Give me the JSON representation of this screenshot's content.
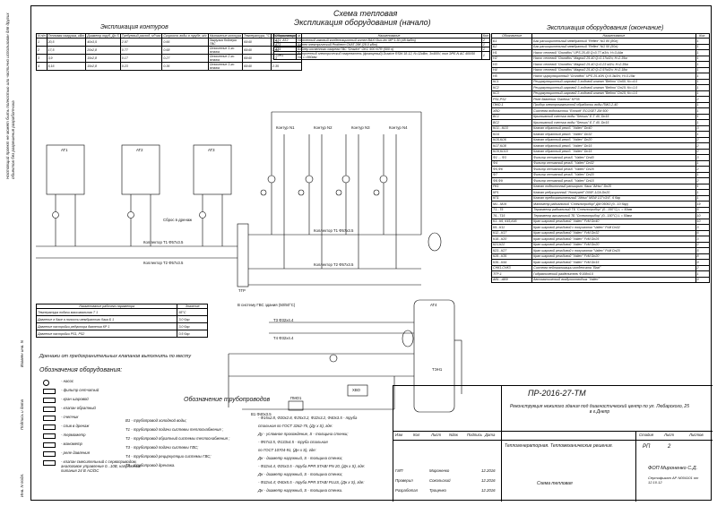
{
  "titles": {
    "main": "Схема тепловая",
    "sub": "Экспликация оборудования (начало)",
    "end": "Экспликация оборудования (окончание)",
    "contours": "Экспликация контуров",
    "designations": "Обозначения оборудования:",
    "pipes": "Обозначение трубопроводов"
  },
  "side_note": "Настоящий проект не может быть полностью или частично использован для других объектов без разрешения разработчика",
  "side_stamp": [
    "Взамен инв. N",
    "Подпись и дата",
    "Инв. N подл."
  ],
  "contours_table": {
    "headers": [
      "N п/п",
      "Тепловая нагрузка, кВт",
      "Диаметр труб, Дн.S",
      "Требуемый расход, м³/час",
      "Скорость воды в трубе, м/с",
      "Назначение контура",
      "Температура, °С",
      "Потеря напора, м"
    ],
    "rows": [
      [
        "1",
        "20,5",
        "40x3,5",
        "2.97",
        "0.66",
        "Загрузка бойлера ГВС",
        "60/40",
        "2.24"
      ],
      [
        "2",
        "17,5",
        "20x2,8",
        "0.77",
        "0.68",
        "Отопление 1-го этажа",
        "60/40",
        "2.44"
      ],
      [
        "3",
        "3,9",
        "15x2,8",
        "0.17",
        "0.27",
        "Отопление 2-го этажа",
        "60/40",
        "2.3"
      ],
      [
        "4",
        "5,16",
        "15x2,8",
        "0.23",
        "0.36",
        "Отопление 3-го этажа",
        "60/40",
        "2.35"
      ]
    ]
  },
  "equipment_start": {
    "headers": [
      "Обозначение",
      "Наименование",
      "Кол"
    ],
    "rows": [
      [
        "АТ1, АТ2",
        "Настенный газовый конденсационный котел BAXI Duo-tec MP 1.50 (48.6кВт)",
        "2"
      ],
      [
        "АТ3",
        "Котел электрический Protherm СКАТ 28К (28.0 кВт)",
        "1"
      ],
      [
        "АТ4",
        "Бойлер косвенного нагрева ГВС \"Drazice\" OKC 500 NTR (500 л)",
        "1"
      ],
      [
        "ТЭН1",
        "Встроенный электрический нагреватель (фланцевый) Drazice RSW 18-12, N=12кВт, 3x400V, тип ЭРЕ-N AC 400/50 Hz, L=560мм",
        "1"
      ]
    ]
  },
  "equipment_end": {
    "headers": [
      "Обозначение",
      "Наименование",
      "Кол."
    ],
    "rows": [
      [
        "Б1",
        "Бак расширительный мембранный \"Reflex\" NG 80 (80л)",
        "1"
      ],
      [
        "Б2",
        "Бак расширительный мембранный \"Reflex\" NG 50 (50л)",
        "1"
      ],
      [
        "Н1",
        "Насос сетевой \"Grundfos\" UPS 25-40 Q=0,77 м3/ч; Н=3.44м",
        "1"
      ],
      [
        "Н2",
        "Насос сетевой \"Grundfos\" Magna3 25-40 Q=0.17м3/ч; Н=2.35м",
        "1"
      ],
      [
        "Н3",
        "Насос сетевой \"Grundfos\" Magna3 25-40 Q=0.23 м3/ч; Н=2.35м",
        "1"
      ],
      [
        "Н4",
        "Насос сетевой \"Grundfos\" Magna3 25-40 Q=2.97м3/ч; Н=2.18м",
        "1"
      ],
      [
        "Н5",
        "Насос циркуляционный \"Grundfos\" UPS 25-40N Q=0.3м3/ч; Н=3.15м",
        "1"
      ],
      [
        "КС1",
        "Рециркуляционный шаровой 3-ходовой клапан \"Belimo\" Dn50; Kv=4.0",
        "1"
      ],
      [
        "КС2",
        "Рециркуляционный шаровой 3-ходовой клапан \"Belimo\" Dn15; Kv=1.0",
        "1"
      ],
      [
        "КС3",
        "Рециркуляционный шаровой 3-ходовой клапан \"Belimo\" Dn15; Kv=1.0",
        "1"
      ],
      [
        "PS1,PS2",
        "Реле давления \"Danfoss\" KP35",
        "2"
      ],
      [
        "ПМО-1",
        "Прибор электромагнитной обработки воды ПМО-2-40",
        "1"
      ],
      [
        "ХВО",
        "Система водоочистки \"Ecosoft\" ECOSET ZM 500",
        "1"
      ],
      [
        "ВС1",
        "Крыльчатый счетчик воды \"Sensus\" E-T 40, Dn15",
        "1"
      ],
      [
        "ВС2",
        "Крыльчатый счетчик воды \"Sensus\" E-T 40, Dn15",
        "1"
      ],
      [
        "КО1...КО3",
        "Клапан обратный резьб. \"Valtec\" Dn40",
        "3"
      ],
      [
        "КО4",
        "Клапан обратный резьб. \"Valtec\" Dn32",
        "1"
      ],
      [
        "КО5,КО6",
        "Клапан обратный резьб. \"Valtec\" Dn20",
        "2"
      ],
      [
        "КО7,КО8",
        "Клапан обратный резьб. \"Valtec\" Dn15",
        "2"
      ],
      [
        "КО9,КО10",
        "Клапан обратный резьб. \"Valtec\" Dn15",
        "2"
      ],
      [
        "Ф1 ... Ф3",
        "Фильтр сетчатый резьб. \"Valtec\" Dn40",
        "3"
      ],
      [
        "Ф4",
        "Фильтр сетчатый резьб. \"Valtec\" Dn32",
        "1"
      ],
      [
        "Ф5,Ф6",
        "Фильтр сетчатый резьб. \"Valtec\" Dn25",
        "2"
      ],
      [
        "Ф7",
        "Фильтр сетчатый резьб. \"Valtec\" Dn20",
        "1"
      ],
      [
        "Ф8,Ф9",
        "Фильтр сетчатый резьб. \"Valtec\" Dn15",
        "2"
      ],
      [
        "РК1",
        "Клапан подпиточный расширит. бака \"Afriso\" Dn20",
        "1"
      ],
      [
        "КР1",
        "Клапан редукционный \"Honeywell\" D06F-1/2A Dn20",
        "1"
      ],
      [
        "КП1",
        "Клапан предохранительный \"Afriso\" MSW 1/2\"x3/4\", 6 бар",
        "1"
      ],
      [
        "М1...М19",
        "Манометр радиальный \"Стеклоприбор\" ДМ 05063 (0...10 бар)",
        "19"
      ],
      [
        "Т1...Т5",
        "Термометр радиальный ТБ \"Стеклоприбор\" (0...150°С) L = 50мм",
        "5"
      ],
      [
        "Т6...Т15",
        "Термометр аксиальный ТБ \"Стеклоприбор\" (0...150°С) L = 50мм",
        "10"
      ],
      [
        "К1...К6, К45,К46",
        "Кран шаровой резьбовой \"Valtec\" FvM Dn40",
        "10"
      ],
      [
        "К9...К11",
        "Кран шаровой резьбовой с полусгоном \"Valtec\" FvM Dn32",
        "3"
      ],
      [
        "К12...К17",
        "Кран шаровой резьбовой \"Valtec\" FvM Dn32",
        "6"
      ],
      [
        "К18...К20",
        "Кран шаровой резьбовой \"Valtec\" FvM Dn25",
        "3"
      ],
      [
        "К21,К22",
        "Кран шаровой резьбовой \"Valtec\" FvM Dn20",
        "2"
      ],
      [
        "К23...К27",
        "Кран шаровой резьбовой с полусгоном \"Valtec\" FvM Dn20",
        "5"
      ],
      [
        "К28...К35",
        "Кран шаровой резьбовой \"Valtec\" FvM Dn20",
        "8"
      ],
      [
        "К36...К44",
        "Кран шаровой резьбовой \"Valtec\" FvM Dn15",
        "9"
      ],
      [
        "СНК1,СНК3",
        "Система нейтрализации конденсата \"Baxi\"",
        "2"
      ],
      [
        "ТГР-1",
        "Гидравлический разделитель Ф108х4.5",
        "1"
      ],
      [
        "АВ1...АВ9",
        "Автоматический воздухоотводчик \"Valtec\"",
        "9"
      ]
    ]
  },
  "params_table": {
    "headers": [
      "Наименование рабочего параметра",
      "Значение"
    ],
    "rows": [
      [
        "Температура подачи максимальная Т 1",
        "65°С"
      ],
      [
        "Давление в баке в полости мембранного бака Б 1",
        "3.0 бар"
      ],
      [
        "Давление настройки редуктора давления КР 1",
        "3.0 бар"
      ],
      [
        "Давление настройки PS1, PS2",
        "0.5 бар"
      ]
    ]
  },
  "drain_note": "Дренажи от предохранительных клапанов выполнить по месту",
  "legend_items": [
    "- насос",
    "- фильтр сетчатый",
    "- кран шаровой",
    "- клапан обратный",
    "- счетчик",
    "- слив в дренаж",
    "- термометр",
    "- манометр",
    "- реле давления",
    "- клапан смесительный с сервоприводом, аналоговое управление 0...10В, напряжение питания 24 В AC/DC"
  ],
  "pipe_legend": [
    "В1 - трубопровод холодной воды;",
    "Т1 - трубопровод подачи системы теплоснабжения ;",
    "Т2 - трубопровод обратный системы теплоснабжения ;",
    "Т3 - трубопровод подачи системы ГВС;",
    "Т4 - трубопровод рециркуляции системы ГВС;",
    "Т9 - трубопровод дренажа."
  ],
  "pipe_notes": [
    "- Ф15х2.8, Ф20х2.8, Ф25х3.2, Ф32х3.2, Ф40х3.5 - труба",
    "стальная по ГОСТ 3262-75, (Ду х S), где:",
    "Ду - условное прохождение, S - толщина стенки;",
    "- Ф57х3.5, Ф133х4.5 - труба стальная",
    "по ГОСТ 10704-91, (Дн х S), где:",
    "Дн - диаметр наружный, S - толщина стенки;",
    "- Ф32х4.4, Ф25х3.5 - труба PPR STABI PN 20, (Дн х S), где:",
    "Дн - диаметр наружный, S - толщина стенки;",
    "- Ф32х4.4; Ф40х5.5 - труба PPR STABI PLUS, (Дн х S), где:",
    "Дн - диаметр наружный, S - толщина стенки."
  ],
  "diagram_labels": {
    "boilers": [
      "АТ1",
      "АТ2",
      "АТ3"
    ],
    "tank": "АТ4",
    "contour_labels": [
      "Контур N1",
      "Контур N2",
      "Контур N3",
      "Контур N4"
    ],
    "collector_top": "Коллектор Т1 Ф57х3.5",
    "collector_bottom": "Коллектор Т2 Ф57х3.5",
    "collector_left_top": "Коллектор Т1 Ф57х3.5",
    "collector_left_bottom": "Коллектор Т2 Ф57х3.5",
    "dhw_note": "В систему ГВС здания (50/50°С)",
    "inlet_label": "В1 Ф40x3.5",
    "outlet_label": "Т3 Ф32х4.4",
    "recirc_label": "Т4 Ф32х4.4",
    "drain_label": "Сброс в дренаж",
    "hvo": "ХВО",
    "pmo": "ПМО1",
    "ten": "ТЭН1",
    "tgr": "ТГР"
  },
  "title_block": {
    "code": "ПР-2016-27-ТМ",
    "project": "Реконструкция нежилого здания под диагностический центр по ул. Любарского, 25 в г.Днепр",
    "section": "Теплогенераторная. Тепломеханические решения.",
    "sheet_name": "Схема тепловая",
    "stage_headers": [
      "Стадия",
      "Лист",
      "Листов"
    ],
    "stage_values": [
      "РП",
      "2",
      ""
    ],
    "company": "ФОП Мироненко С.Д.",
    "certificate": "Сертификат АР N004101 от 12.10.12",
    "rev_headers": [
      "Изм",
      "Кол",
      "Лист",
      "Nдок",
      "Подпись",
      "Дата"
    ],
    "people": [
      [
        "ГИП",
        "Мироненко",
        "12.2016"
      ],
      [
        "Проверил",
        "Сокольский",
        "12.2016"
      ],
      [
        "Разработал",
        "Троценко",
        "12.2016"
      ]
    ]
  }
}
